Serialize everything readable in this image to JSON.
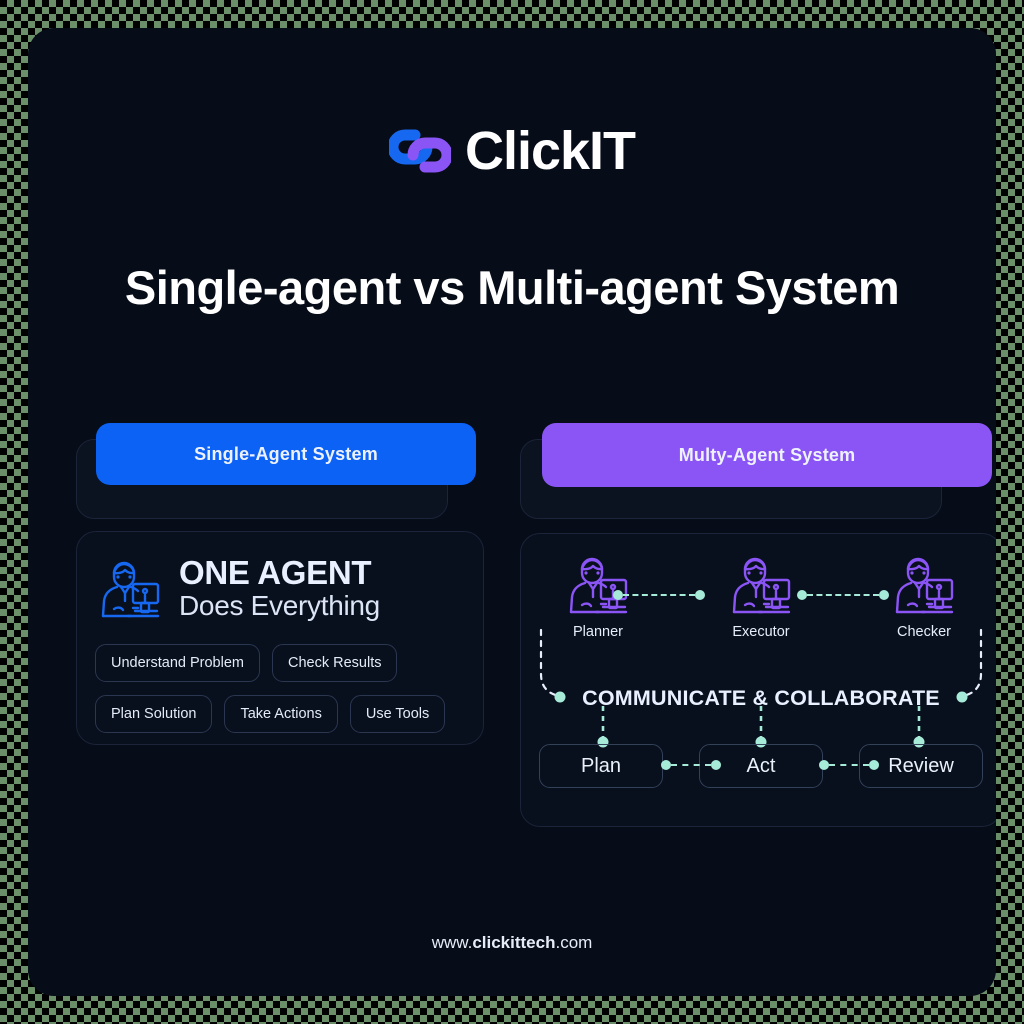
{
  "brand": {
    "logo_text": "ClickIT",
    "logo_icon": "chain-link-icon",
    "logo_blue": "#1668f0",
    "logo_purple": "#8b55f6"
  },
  "title": "Single-agent vs Multi-agent System",
  "left_panel": {
    "header_label": "Single-Agent System",
    "header_color": "#0b62f5",
    "headline": "ONE AGENT",
    "subheadline": "Does Everything",
    "agent_icon": "person-at-computer-icon",
    "capabilities_row1": [
      "Understand Problem",
      "Check Results"
    ],
    "capabilities_row2": [
      "Plan Solution",
      "Take Actions",
      "Use Tools"
    ]
  },
  "right_panel": {
    "header_label": "Multy-Agent System",
    "header_color": "#8b55f6",
    "agents": [
      {
        "label": "Planner",
        "icon": "person-at-computer-icon"
      },
      {
        "label": "Executor",
        "icon": "person-at-computer-icon"
      },
      {
        "label": "Checker",
        "icon": "person-at-computer-icon"
      }
    ],
    "collaboration_label": "COMMUNICATE & COLLABORATE",
    "flow_steps": [
      "Plan",
      "Act",
      "Review"
    ],
    "connector_color": "#a6ead8"
  },
  "footer": {
    "prefix": "www.",
    "brand": "clickittech",
    "suffix": ".com"
  }
}
